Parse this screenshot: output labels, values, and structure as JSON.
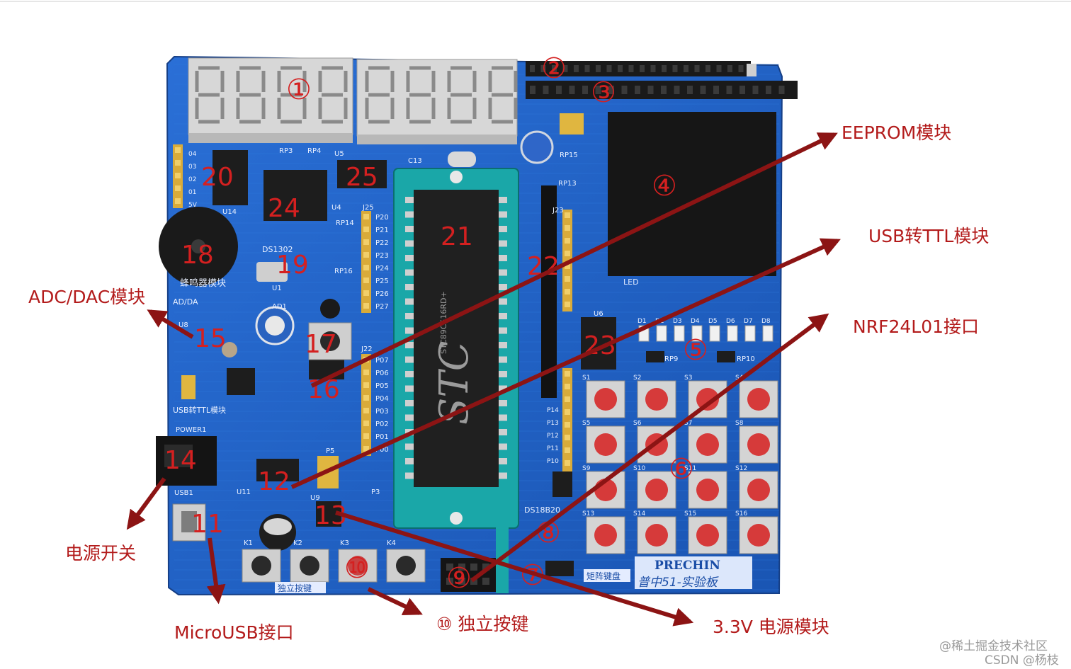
{
  "callouts": {
    "eeprom": "EEPROM模块",
    "usb_ttl": "USB转TTL模块",
    "adc_dac": "ADC/DAC模块",
    "nrf": "NRF24L01接口",
    "power_switch": "电源开关",
    "microusb": "MicroUSB接口",
    "keys": "⑩ 独立按键",
    "v33": "3.3V 电源模块"
  },
  "board": {
    "circled_markers": [
      "①",
      "②",
      "③",
      "④",
      "⑤",
      "⑥",
      "⑦",
      "⑧",
      "⑨",
      "⑩"
    ],
    "numbers": [
      "11",
      "12",
      "13",
      "14",
      "15",
      "16",
      "17",
      "18",
      "19",
      "20",
      "21",
      "22",
      "23",
      "24",
      "25"
    ],
    "silk": {
      "chip_brand": "STC",
      "chip_model": "STC89C516RD+",
      "brand": "PRECHIN",
      "board_title": "普中51-实验板",
      "matrix_keys": "矩阵键盘",
      "independent_keys": "独立按键",
      "buzzer": "蜂鸣器模块",
      "ad_da": "AD/DA",
      "usb_ttl": "USB转TTL模块",
      "ds1302": "DS1302",
      "ds18b20": "DS18B20",
      "led": "LED",
      "power": "POWER1",
      "usb1": "USB1",
      "u14": "U14",
      "u4": "U4",
      "u5": "U5",
      "u6": "U6",
      "j23": "J23",
      "j22": "J22",
      "j25": "J25",
      "p5": "P5",
      "p3": "P3",
      "u9": "U9",
      "u11": "U11",
      "u1": "U1",
      "u8": "U8",
      "rp3": "RP3",
      "rp4": "RP4",
      "rp9": "RP9",
      "rp10": "RP10",
      "rp13": "RP13",
      "rp14": "RP14",
      "rp15": "RP15",
      "rp16": "RP16",
      "c13": "C13",
      "ad1": "AD1",
      "k1": "K1",
      "k2": "K2",
      "k3": "K3",
      "k4": "K4"
    },
    "p2_pins": [
      "P20",
      "P21",
      "P22",
      "P23",
      "P24",
      "P25",
      "P26",
      "P27"
    ],
    "p0_pins": [
      "P07",
      "P06",
      "P05",
      "P04",
      "P03",
      "P02",
      "P01",
      "P00"
    ],
    "p1_pins": [
      "P14",
      "P13",
      "P12",
      "P11",
      "P10"
    ],
    "led_labels": [
      "D1",
      "D2",
      "D3",
      "D4",
      "D5",
      "D6",
      "D7",
      "D8"
    ],
    "matrix_key_labels": [
      "S1",
      "S2",
      "S3",
      "S4",
      "S5",
      "S6",
      "S7",
      "S8",
      "S9",
      "S10",
      "S11",
      "S12",
      "S13",
      "S14",
      "S15",
      "S16"
    ],
    "header_labels": [
      "04",
      "03",
      "02",
      "01",
      "5V"
    ]
  },
  "watermark": {
    "line1": "@稀土掘金技术社区",
    "line2": "CSDN @杨枝"
  },
  "colors": {
    "board": "#1f63c6",
    "annotation": "#b31b1b",
    "arrow": "#8c1414"
  }
}
